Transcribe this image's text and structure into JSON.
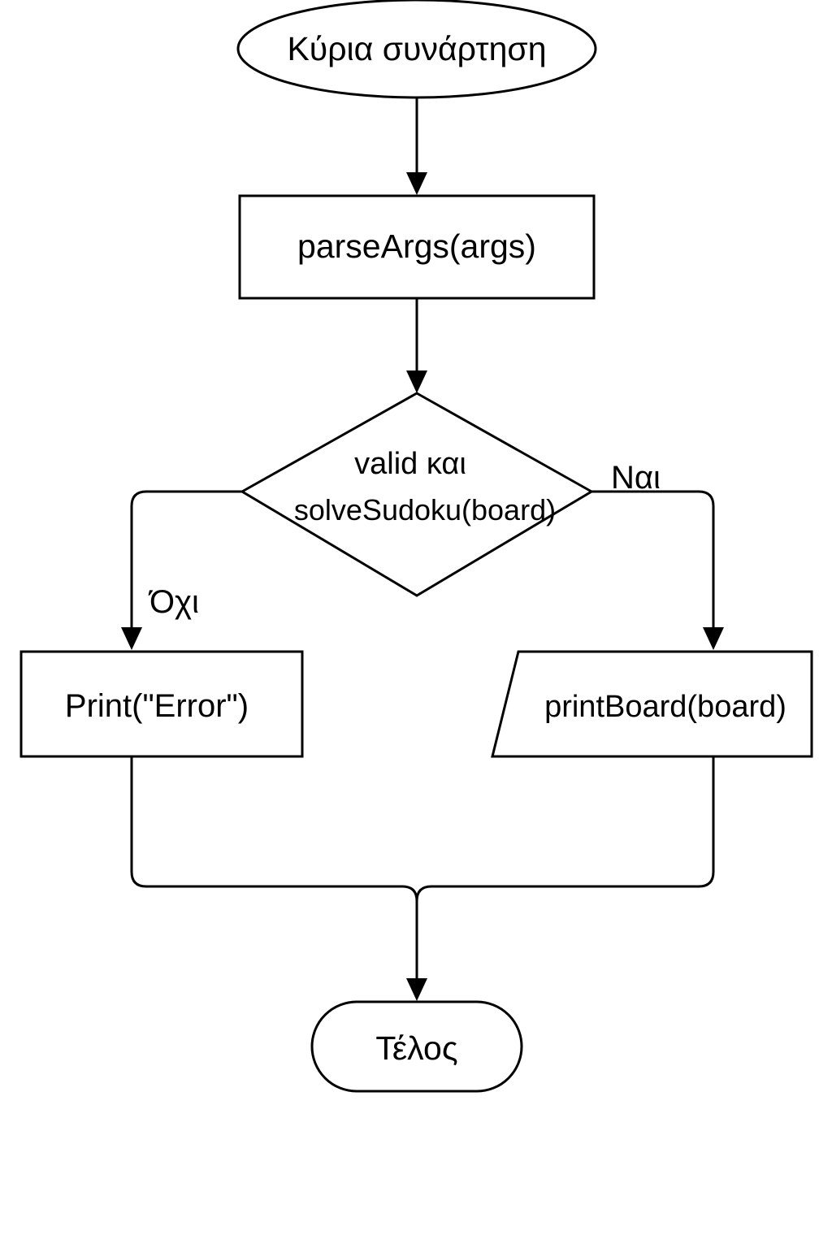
{
  "flowchart": {
    "start": {
      "label": "Κύρια συνάρτηση"
    },
    "parse": {
      "label": "parseArgs(args)"
    },
    "decision": {
      "line1": "valid και",
      "line2": "solveSudoku(board)"
    },
    "branch_yes": {
      "label": "Ναι"
    },
    "branch_no": {
      "label": "Όχι"
    },
    "error": {
      "label": "Print(\"Error\")"
    },
    "print_board": {
      "label": "printBoard(board)"
    },
    "end": {
      "label": "Τέλος"
    }
  },
  "colors": {
    "stroke": "#000000",
    "fill": "#ffffff",
    "text": "#000000"
  }
}
